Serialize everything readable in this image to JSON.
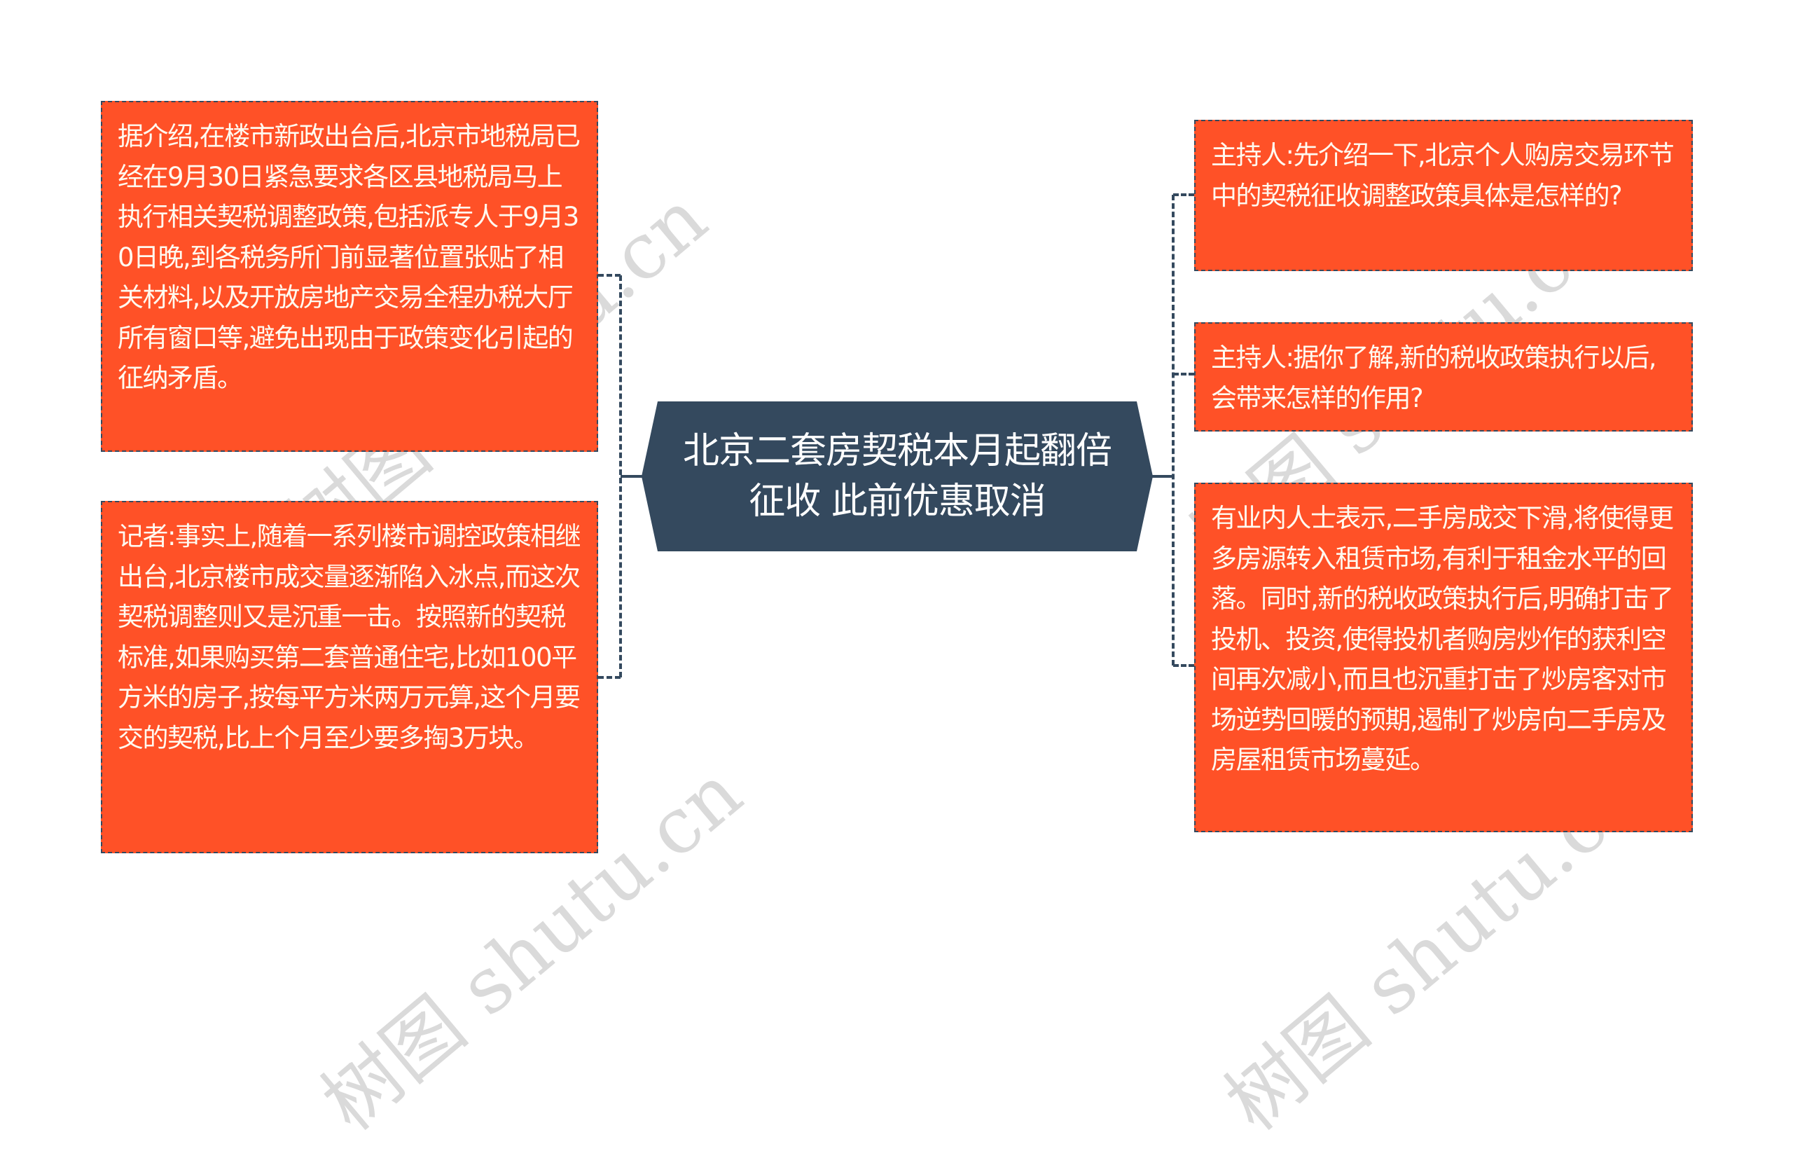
{
  "colors": {
    "node_fill": "#ff5127",
    "center_fill": "#34495e",
    "connector": "#34495e",
    "text": "#ffffff"
  },
  "center": {
    "title": "北京二套房契税本月起翻倍征收 此前优惠取消"
  },
  "left_nodes": [
    {
      "text": "据介绍,在楼市新政出台后,北京市地税局已经在9月30日紧急要求各区县地税局马上执行相关契税调整政策,包括派专人于9月30日晚,到各税务所门前显著位置张贴了相关材料,以及开放房地产交易全程办税大厅所有窗口等,避免出现由于政策变化引起的征纳矛盾。"
    },
    {
      "text": "记者:事实上,随着一系列楼市调控政策相继出台,北京楼市成交量逐渐陷入冰点,而这次契税调整则又是沉重一击。按照新的契税标准,如果购买第二套普通住宅,比如100平方米的房子,按每平方米两万元算,这个月要交的契税,比上个月至少要多掏3万块。"
    }
  ],
  "right_nodes": [
    {
      "text": "主持人:先介绍一下,北京个人购房交易环节中的契税征收调整政策具体是怎样的?"
    },
    {
      "text": "主持人:据你了解,新的税收政策执行以后,会带来怎样的作用?"
    },
    {
      "text": "有业内人士表示,二手房成交下滑,将使得更多房源转入租赁市场,有利于租金水平的回落。同时,新的税收政策执行后,明确打击了投机、投资,使得投机者购房炒作的获利空间再次减小,而且也沉重打击了炒房客对市场逆势回暖的预期,遏制了炒房向二手房及房屋租赁市场蔓延。"
    }
  ],
  "watermark": {
    "text": "树图 shutu.cn"
  }
}
